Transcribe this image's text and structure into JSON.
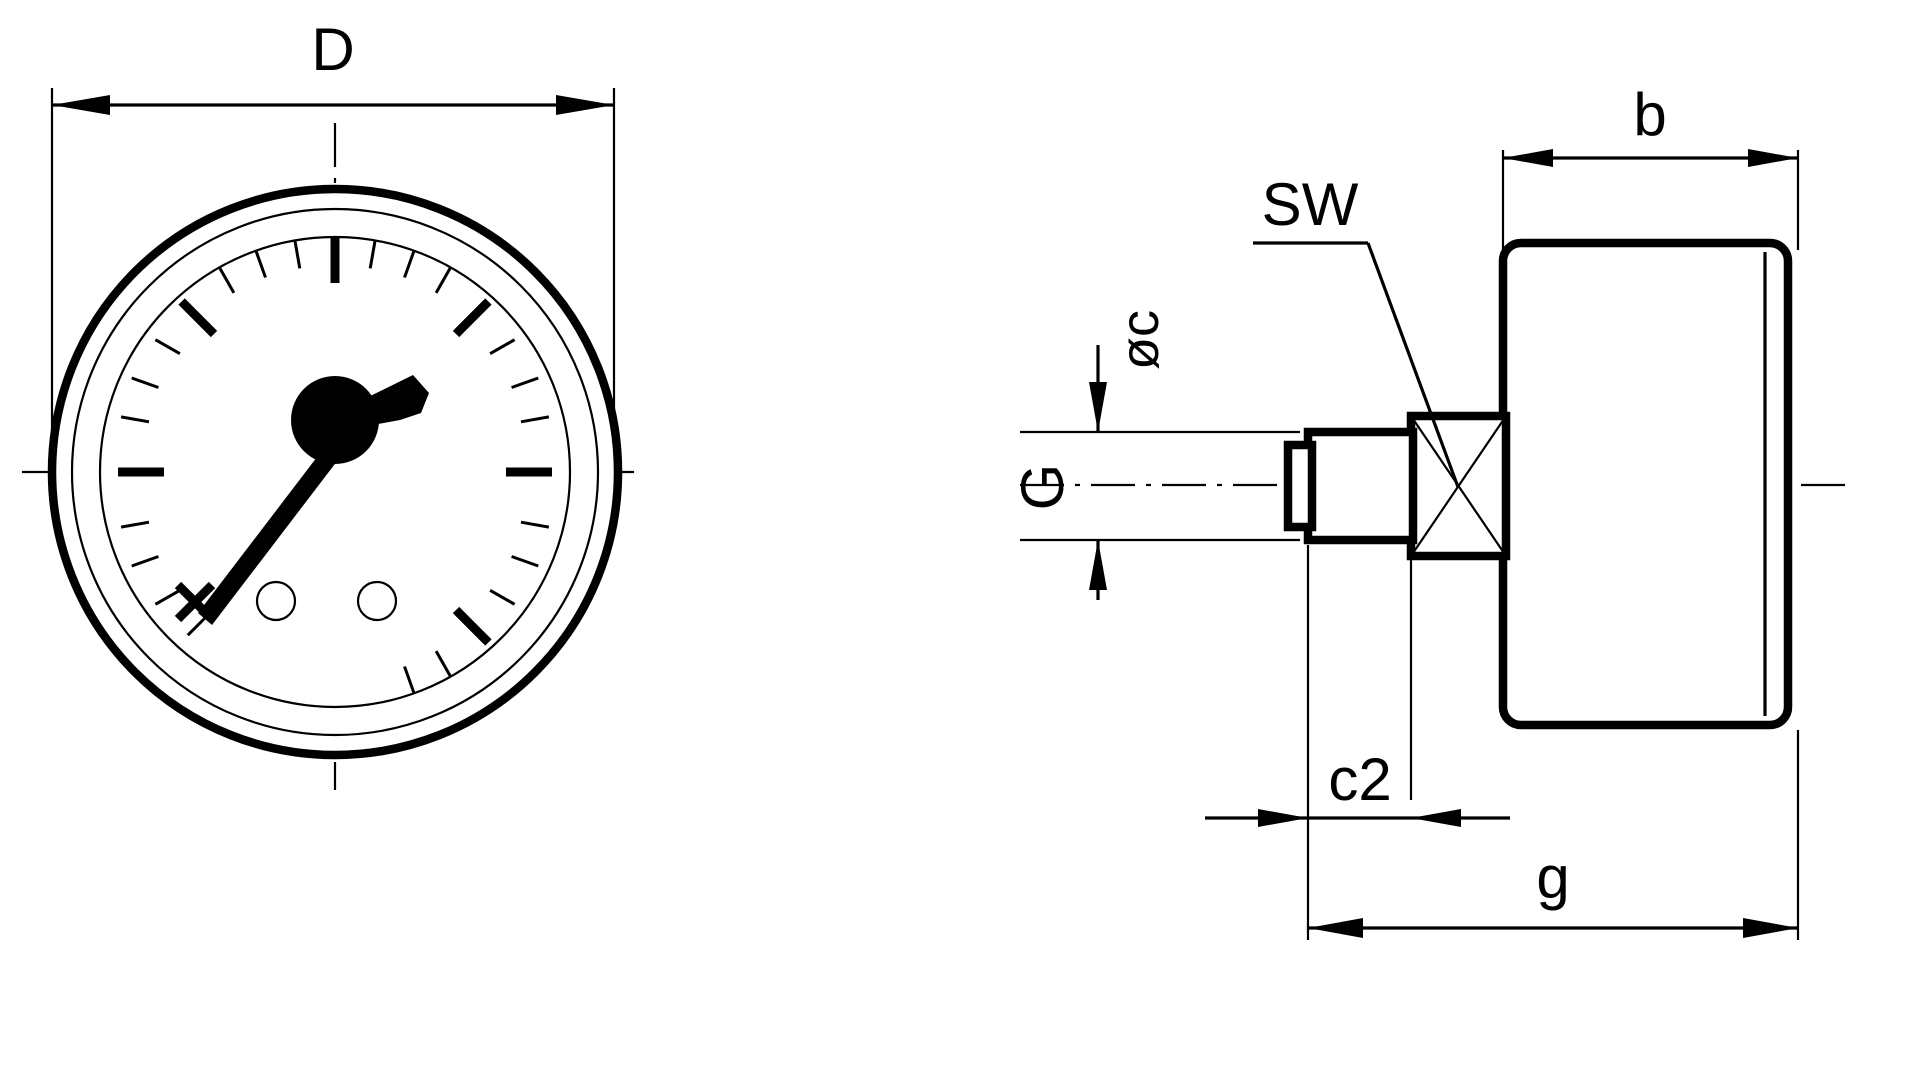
{
  "drawing": {
    "title": "Pressure gauge dimensional drawing",
    "background_color": "#ffffff",
    "line_color": "#000000",
    "views": {
      "front": {
        "name": "front-view-gauge-dial",
        "description": "Circular pressure gauge dial, front elevation"
      },
      "side": {
        "name": "side-view-gauge-body",
        "description": "Side elevation of gauge case with threaded connection"
      }
    },
    "dimension_labels": [
      {
        "id": "D",
        "text": "D",
        "view": "front",
        "orientation": "horizontal",
        "position": "top",
        "meaning": "dial diameter"
      },
      {
        "id": "b",
        "text": "b",
        "view": "side",
        "orientation": "horizontal",
        "position": "top",
        "meaning": "case depth"
      },
      {
        "id": "SW",
        "text": "SW",
        "view": "side",
        "orientation": "horizontal",
        "position": "leader",
        "meaning": "spanner width across flats"
      },
      {
        "id": "phic",
        "text": "øc",
        "view": "side",
        "orientation": "vertical",
        "position": "left",
        "meaning": "connection diameter"
      },
      {
        "id": "G",
        "text": "G",
        "view": "side",
        "orientation": "vertical",
        "position": "left",
        "meaning": "thread size"
      },
      {
        "id": "c2",
        "text": "c2",
        "view": "side",
        "orientation": "horizontal",
        "position": "bottom",
        "meaning": "thread length"
      },
      {
        "id": "g",
        "text": "g",
        "view": "side",
        "orientation": "horizontal",
        "position": "bottom",
        "meaning": "overall length"
      }
    ],
    "dial": {
      "name": "gauge-dial-face",
      "tick_count_major": 6,
      "tick_count_minor": 30,
      "pointer_angle_deg": 232,
      "mounting_holes": 2,
      "zero_mark": "x"
    }
  }
}
